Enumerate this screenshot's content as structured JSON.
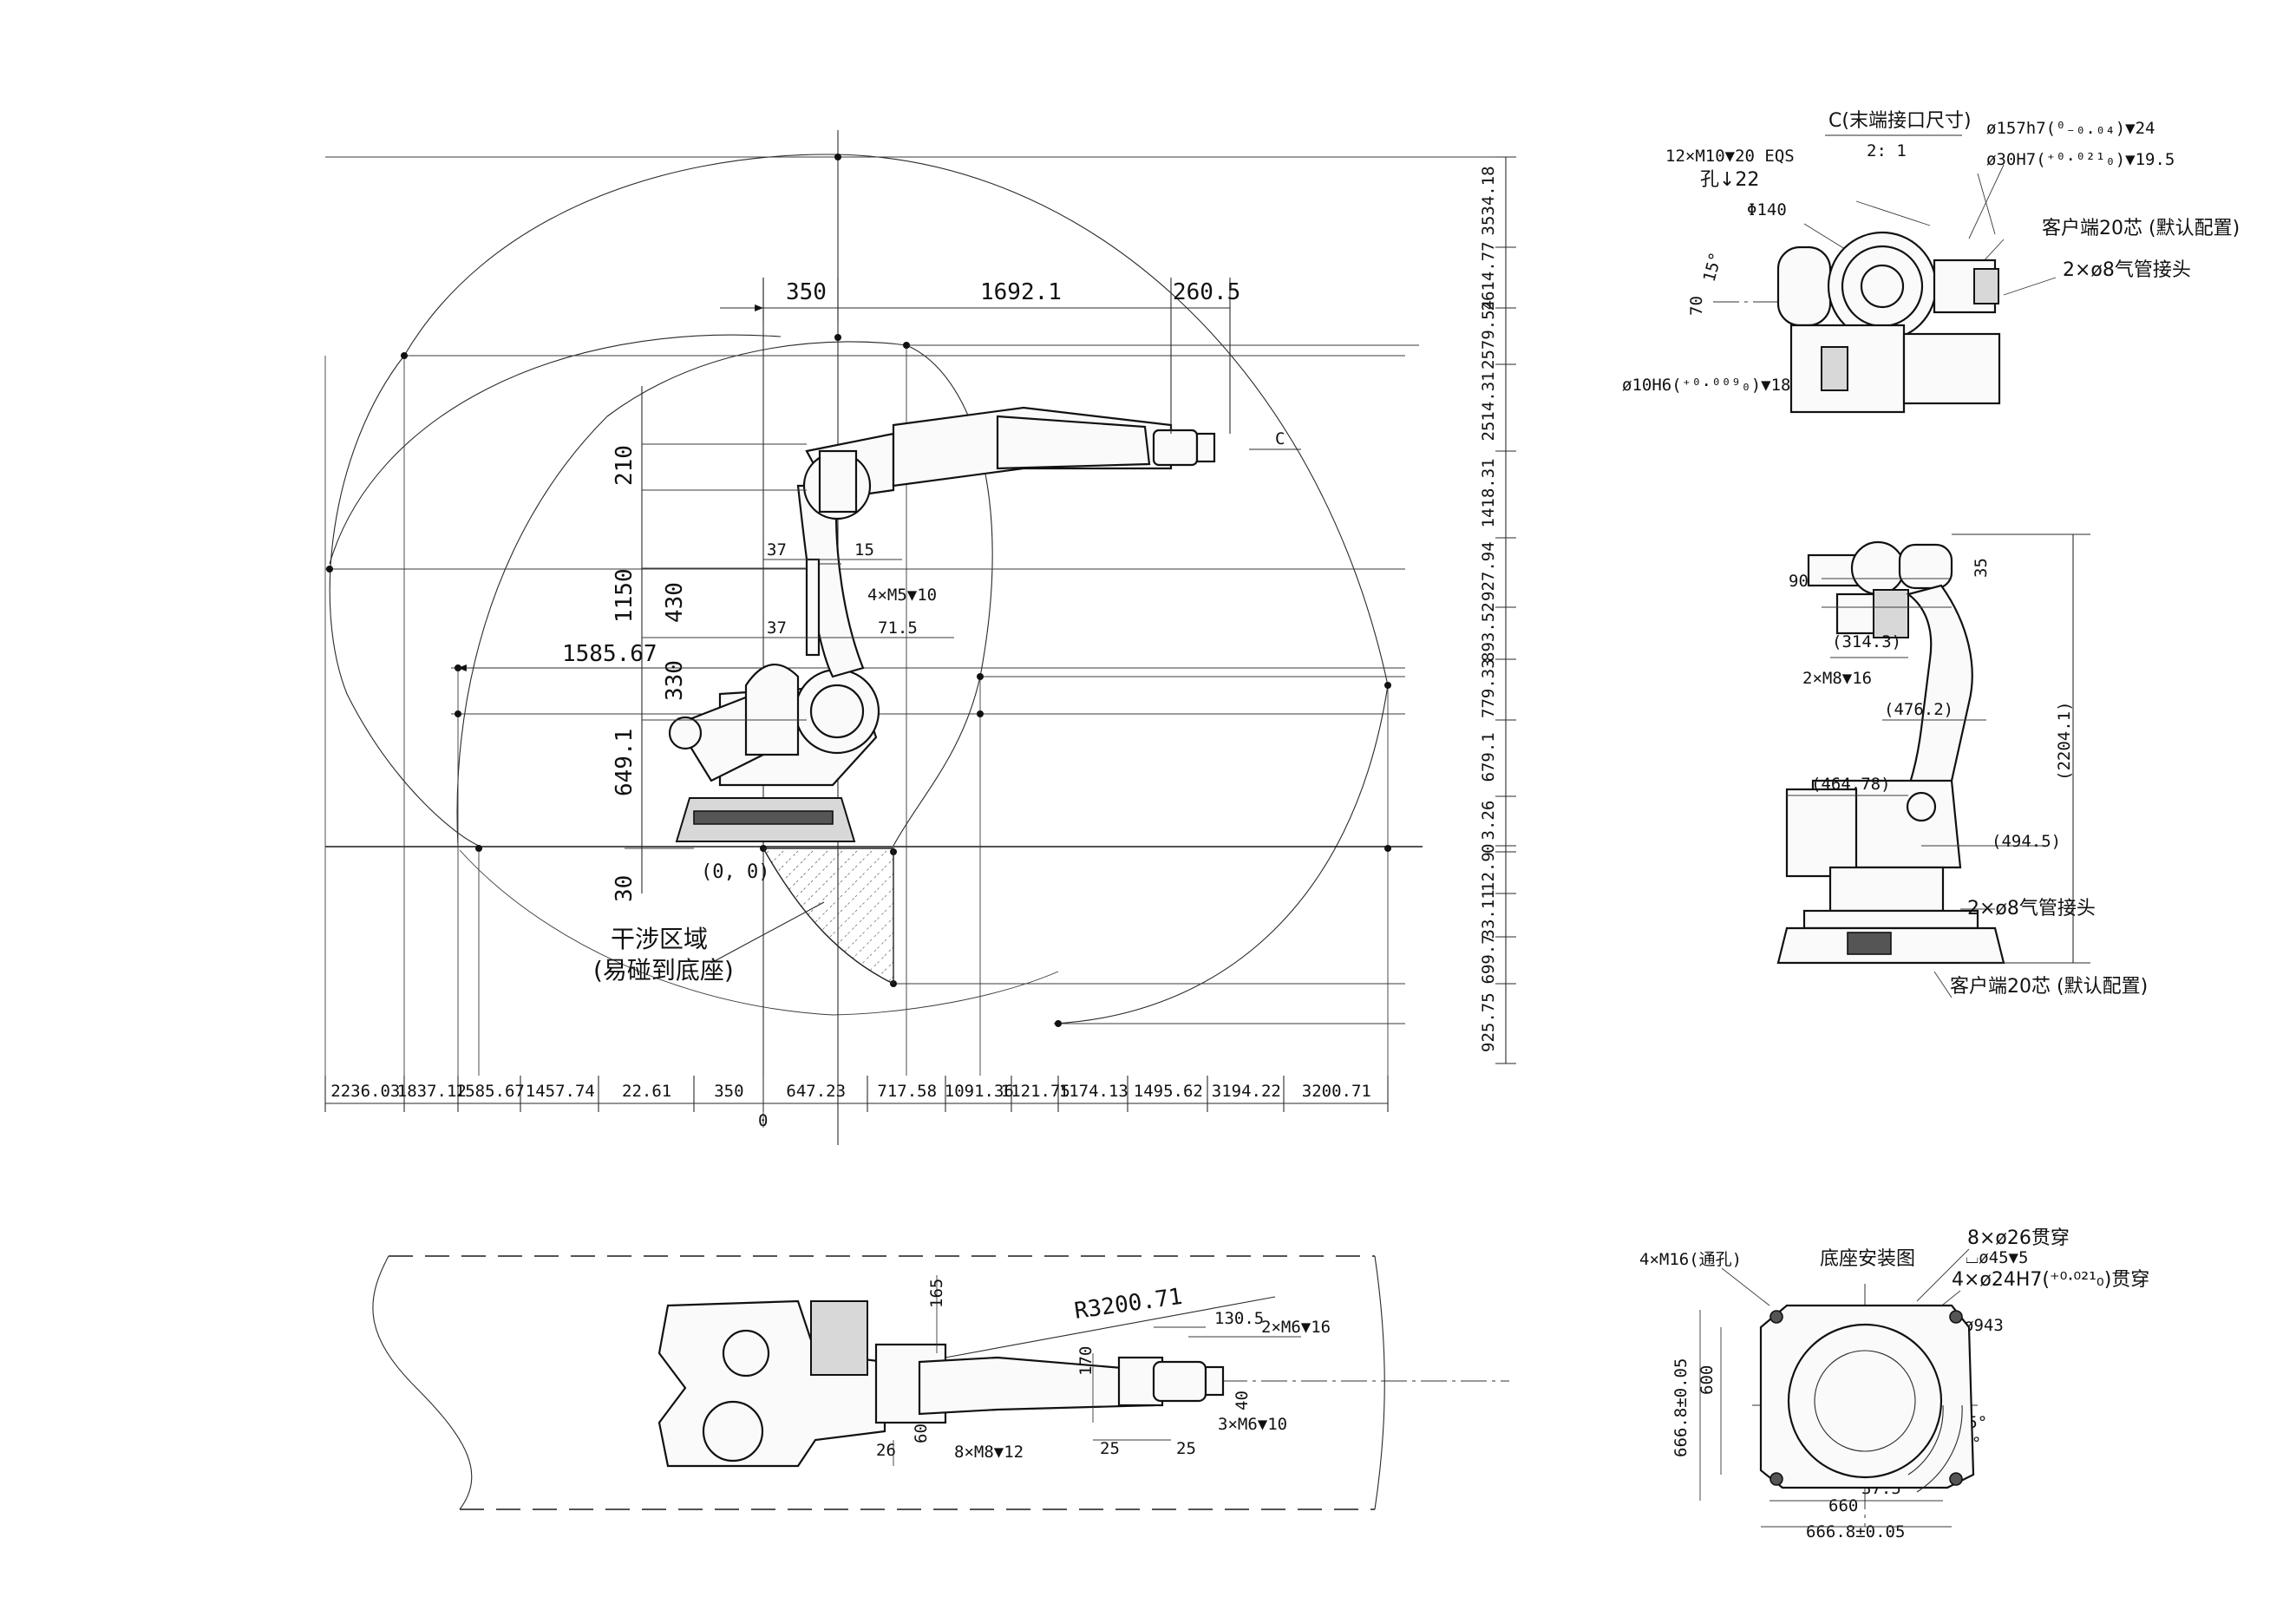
{
  "side_view": {
    "top_dims": {
      "d350": "350",
      "d1692": "1692.1",
      "d260": "260.5"
    },
    "c_marker": "C",
    "left_dims": {
      "d210": "210",
      "d1150": "1150",
      "d430": "430",
      "d330": "330",
      "d649": "649.1",
      "d30": "30"
    },
    "reach_label": "1585.67",
    "small_dims": {
      "d37a": "37",
      "d15": "15",
      "d37b": "37",
      "holes": "4×M5▼10",
      "d71": "71.5"
    },
    "origin": "(0, 0)",
    "interference": {
      "line1": "干涉区域",
      "line2": "(易碰到底座)"
    },
    "right_dims": [
      "3534.18",
      "2614.77",
      "2579.54",
      "2514.31",
      "1418.31",
      "927.94",
      "893.52",
      "779.33",
      "679.1",
      "3.26",
      "0",
      "12.9",
      "33.11",
      "699.7",
      "925.75"
    ],
    "bottom_dims": [
      "2236.03",
      "1837.12",
      "1585.67",
      "1457.74",
      "22.61",
      "350",
      "647.23",
      "717.58",
      "1091.36",
      "1121.75",
      "1174.13",
      "1495.62",
      "3194.22",
      "3200.71"
    ],
    "bottom_zero": "0"
  },
  "end_view": {
    "title": "C(末端接口尺寸)",
    "scale": "2: 1",
    "holes": "12×M10▼20 EQS",
    "hole_depth": "孔↓22",
    "dia157": "ø157h7(⁰₋₀.₀₄)▼24",
    "dia30": "ø30H7(⁺⁰·⁰²¹₀)▼19.5",
    "phi140": "Φ140",
    "customer": "客户端20芯 (默认配置)",
    "air": "2×ø8气管接头",
    "angle": "15°",
    "d70": "70",
    "dia10": "ø10H6(⁺⁰·⁰⁰⁹₀)▼18"
  },
  "rear_view": {
    "d90": "90",
    "d35": "35",
    "d314": "(314.3)",
    "holes": "2×M8▼16",
    "d476": "(476.2)",
    "d2204": "(2204.1)",
    "d464": "(464.78)",
    "d494": "(494.5)",
    "air": "2×ø8气管接头",
    "customer": "客户端20芯 (默认配置)"
  },
  "top_view": {
    "radius": "R3200.71",
    "d165": "165",
    "d130": "130.5",
    "holes_m6": "2×M6▼16",
    "d170": "170",
    "d40": "40",
    "d60": "60",
    "d26": "26",
    "holes_m8": "8×M8▼12",
    "d25a": "25",
    "d25b": "25",
    "holes_m6b": "3×M6▼10"
  },
  "base_view": {
    "title": "底座安装图",
    "holes_m16": "4×M16(通孔)",
    "thru26": "8×ø26贯穿",
    "cbore": "⌴ø45▼5",
    "dia24": "4×ø24H7(⁺⁰·⁰²¹₀)贯穿",
    "dia943": "ø943",
    "a375a": "37.5°",
    "a45": "45°",
    "a375b": "37.5°",
    "d666v": "666.8±0.05",
    "d600": "600",
    "d660": "660",
    "d666h": "666.8±0.05"
  }
}
